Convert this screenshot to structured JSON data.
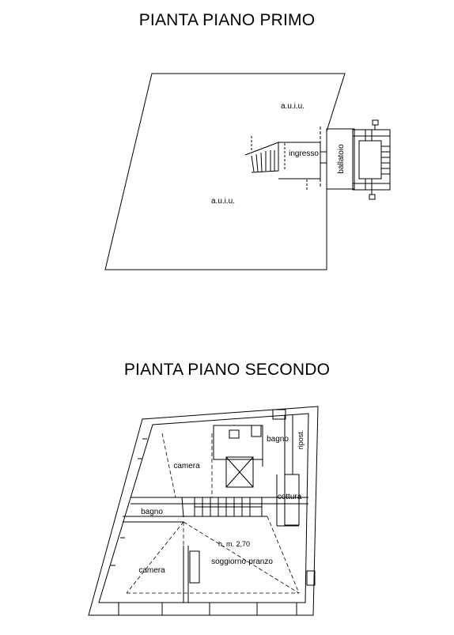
{
  "floor_first": {
    "title": "PIANTA PIANO PRIMO",
    "labels": {
      "auiu_top": "a.u.i.u.",
      "auiu_main": "a.u.i.u.",
      "ingresso": "ingresso",
      "ballatoio": "ballatoio"
    }
  },
  "floor_second": {
    "title": "PIANTA PIANO SECONDO",
    "labels": {
      "camera_top": "camera",
      "bagno_top": "bagno",
      "ripost": "ripost.",
      "cottura": "cottura",
      "bagno_left": "bagno",
      "height": "h. m. 2,70",
      "soggiorno": "soggiorno-pranzo",
      "camera_bottom": "camera"
    }
  }
}
